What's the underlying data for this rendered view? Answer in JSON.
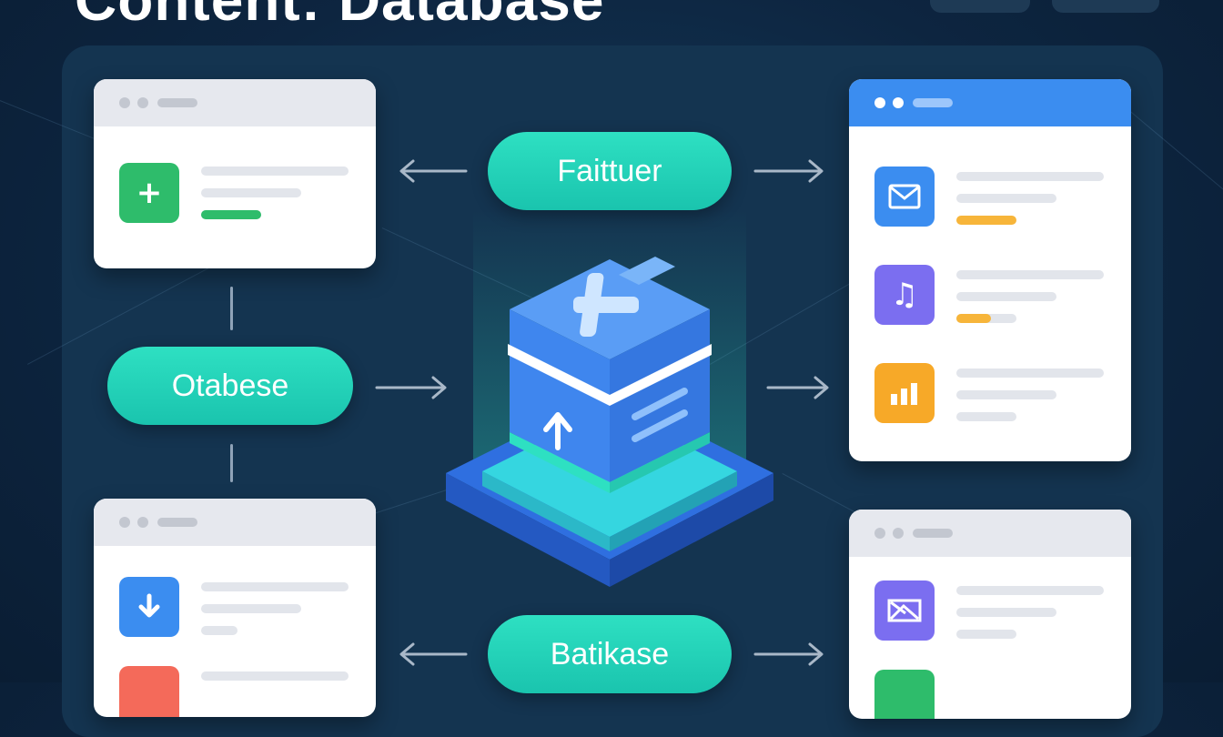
{
  "header": {
    "title": "Content: Database"
  },
  "nodes": {
    "left": "Otabese",
    "top": "Faittuer",
    "bottom": "Batikase"
  },
  "icons": {
    "top_left_card": "plus-icon",
    "bottom_left_card": [
      "download-arrow-icon",
      "red-icon"
    ],
    "top_right_card": [
      "mail-icon",
      "music-note-icon",
      "bar-chart-icon"
    ],
    "bottom_right_card": [
      "image-icon",
      "green-icon"
    ],
    "center": "database-box-icon"
  },
  "colors": {
    "accent_teal": "#1fd1b5",
    "card_blue_header": "#3b8df0",
    "icon_green": "#2ebc6b",
    "icon_blue": "#3b8df0",
    "icon_purple": "#7b6ef0",
    "icon_orange": "#f7a928",
    "icon_red": "#f46a5a"
  },
  "progress": {
    "top_left_card": 0.45,
    "top_right_mail": 0.41,
    "top_right_music": 0.25
  }
}
